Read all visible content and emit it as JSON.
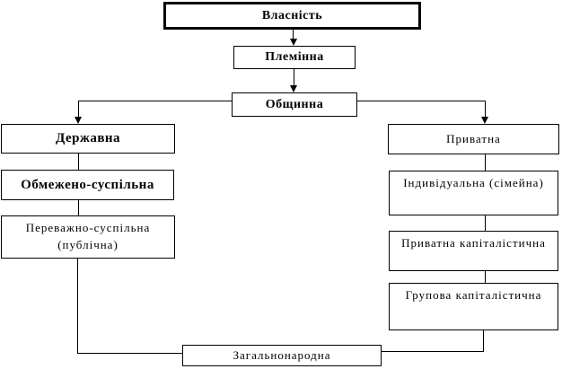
{
  "diagram": {
    "title": "Власність",
    "root": {
      "label": "Власність"
    },
    "chain": [
      {
        "label": "Племінна"
      },
      {
        "label": "Общинна"
      }
    ],
    "left_branch": [
      {
        "label": "Державна"
      },
      {
        "label": "Обмежено-суспільна"
      },
      {
        "label": "Переважно-суспільна\n(публічна)"
      }
    ],
    "right_branch": [
      {
        "label": "Приватна"
      },
      {
        "label": "Індивідуальна (сімейна)"
      },
      {
        "label": "Приватна капіталістична"
      },
      {
        "label": "Групова капіталістична"
      }
    ],
    "bottom": {
      "label": "Загальнонародна"
    },
    "colors": {
      "line": "#000000",
      "text": "#000000",
      "box_fill": "#ffffff",
      "background": "#ffffff"
    }
  }
}
